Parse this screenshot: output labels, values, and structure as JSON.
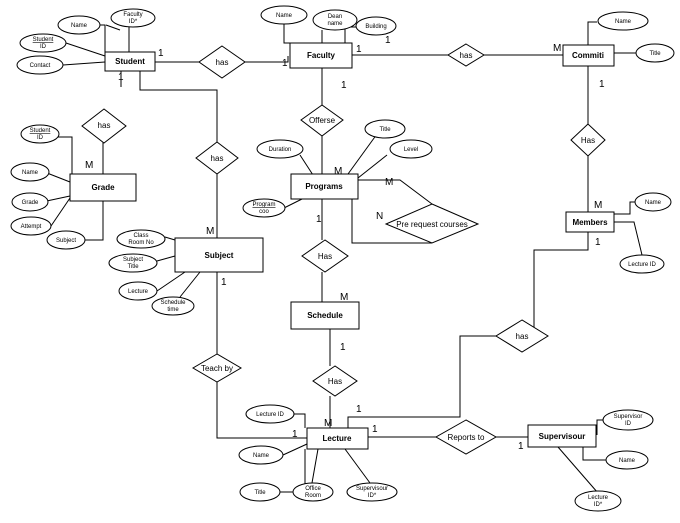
{
  "entities": {
    "student": "Student",
    "faculty": "Faculty",
    "commiti": "Commiti",
    "grade": "Grade",
    "programs": "Programs",
    "members": "Members",
    "subject": "Subject",
    "schedule": "Schedule",
    "lecture": "Lecture",
    "supervisour": "Supervisour"
  },
  "relationships": {
    "has_student_faculty": "has",
    "has_faculty_commiti": "has",
    "has_student_grade": "has",
    "has_student_subject": "has",
    "offerse": "Offerse",
    "has_commiti_members": "Has",
    "pre_request": "Pre request courses",
    "has_programs_schedule": "Has",
    "teach_by": "Teach by",
    "has_schedule_lecture": "Has",
    "has_members_lecture": "has",
    "reports_to": "Reports to"
  },
  "attributes": {
    "student_name": "Name",
    "student_faculty_id": [
      "Faculty",
      "ID*"
    ],
    "student_id": [
      "Student",
      "ID"
    ],
    "student_contact": "Contact",
    "faculty_name": "Name",
    "faculty_dean": [
      "Dean",
      "name"
    ],
    "faculty_building": "Building",
    "commiti_name": "Name",
    "commiti_title": "Title",
    "grade_student_id": [
      "Student",
      "ID"
    ],
    "grade_name": "Name",
    "grade_grade": "Grade",
    "grade_attempt": "Attempt",
    "grade_subject": "Subject",
    "programs_title": "Title",
    "programs_duration": "Duration",
    "programs_level": "Level",
    "programs_code": [
      "Program",
      "coo"
    ],
    "members_name": "Name",
    "members_lecture_id": "Lecture ID",
    "subject_class_room": [
      "Class",
      "Room No"
    ],
    "subject_title": [
      "Subject",
      "Title"
    ],
    "subject_lecture": "Lecture",
    "subject_schedule_time": [
      "Schedule",
      "time"
    ],
    "lecture_lecture_id": "Lecture ID",
    "lecture_name": "Name",
    "lecture_title": "Title",
    "lecture_office_room": [
      "Office",
      "Room"
    ],
    "lecture_supervisour_id": [
      "Supervisour",
      "ID*"
    ],
    "supervisour_id": [
      "Supervisor",
      "ID"
    ],
    "supervisour_name": "Name",
    "supervisour_lecture_id": [
      "Lecture",
      "ID*"
    ]
  },
  "cardinalities": {
    "student_to_faculty": "1",
    "faculty_from_student": "1",
    "faculty_to_commiti": "1",
    "commiti_from_faculty": "M",
    "student_to_grade": "1",
    "grade_from_student": "M",
    "faculty_building": "1",
    "faculty_to_programs": "1",
    "programs_from_faculty": "M",
    "commiti_to_members": "1",
    "members_from_commiti": "M",
    "programs_to_prereq": "M",
    "prereq_n": "N",
    "subject_from_student": "M",
    "programs_to_schedule": "1",
    "schedule_from_programs": "M",
    "subject_to_teachby": "1",
    "members_to_lecture": "1",
    "schedule_to_lecture": "1",
    "lecture_from_schedule": "M",
    "lecture_from_teachby": "1",
    "lecture_to_reports": "1",
    "lecture_reports_upper": "1",
    "supervisour_from_reports": "1"
  }
}
